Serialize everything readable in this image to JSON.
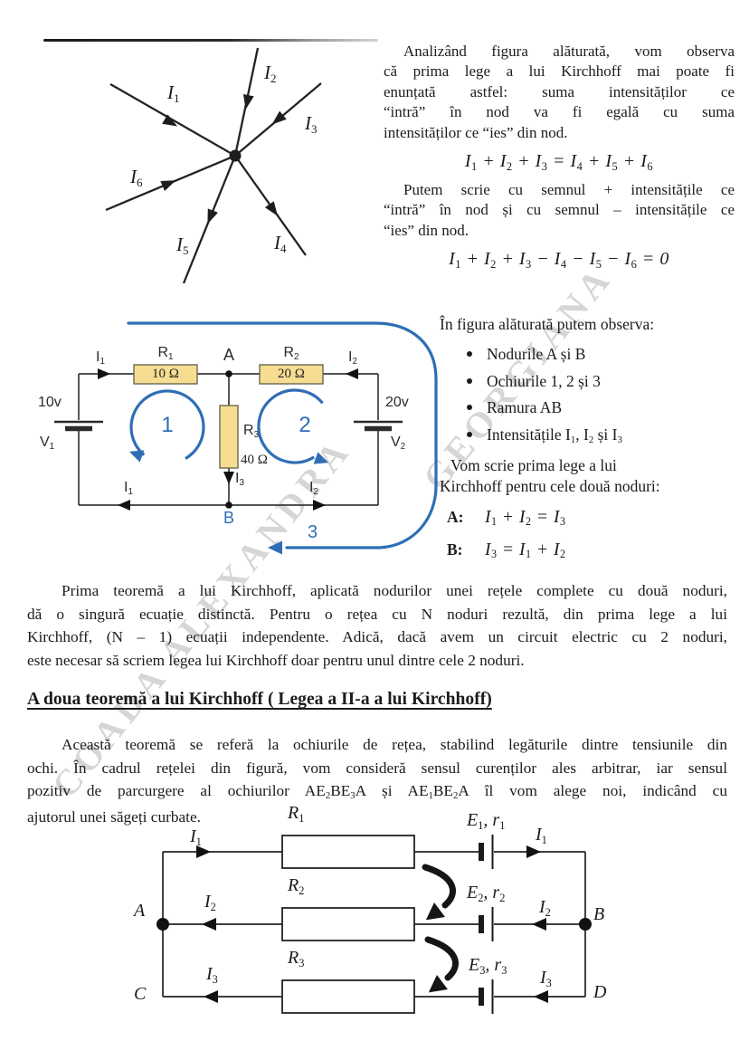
{
  "colors": {
    "accent_blue": "#2f6eb5",
    "resistor_fill": "#f6dd92",
    "watermark_gray": "#c9c9c9",
    "ink": "#1c1c1c"
  },
  "watermark": {
    "line1": "COADA ALEXANDRA",
    "line2": "GEORGIANA"
  },
  "labels_common": {
    "I1": [
      {
        "t": "I"
      },
      {
        "t": "1",
        "s": 1
      }
    ],
    "I2": [
      {
        "t": "I"
      },
      {
        "t": "2",
        "s": 1
      }
    ],
    "I3": [
      {
        "t": "I"
      },
      {
        "t": "3",
        "s": 1
      }
    ],
    "I4": [
      {
        "t": "I"
      },
      {
        "t": "4",
        "s": 1
      }
    ],
    "I5": [
      {
        "t": "I"
      },
      {
        "t": "5",
        "s": 1
      }
    ],
    "I6": [
      {
        "t": "I"
      },
      {
        "t": "6",
        "s": 1
      }
    ],
    "R1": [
      {
        "t": "R"
      },
      {
        "t": "1",
        "s": 1
      }
    ],
    "R2": [
      {
        "t": "R"
      },
      {
        "t": "2",
        "s": 1
      }
    ],
    "R3": [
      {
        "t": "R"
      },
      {
        "t": "3",
        "s": 1
      }
    ],
    "V1": [
      {
        "t": "V"
      },
      {
        "t": "1",
        "s": 1
      }
    ],
    "V2": [
      {
        "t": "V"
      },
      {
        "t": "2",
        "s": 1
      }
    ],
    "E1r1": [
      {
        "t": "E"
      },
      {
        "t": "1",
        "s": 1
      },
      {
        "t": ", r"
      },
      {
        "t": "1",
        "s": 1
      }
    ],
    "E2r2": [
      {
        "t": "E"
      },
      {
        "t": "2",
        "s": 1
      },
      {
        "t": ", r"
      },
      {
        "t": "2",
        "s": 1
      }
    ],
    "E3r3": [
      {
        "t": "E"
      },
      {
        "t": "3",
        "s": 1
      },
      {
        "t": ", r"
      },
      {
        "t": "3",
        "s": 1
      }
    ]
  },
  "intro_block": {
    "lines": [
      "Analizând figura alăturată, vom observa",
      "că prima lege a lui Kirchhoff mai poate fi",
      "enunțată astfel: suma intensităților ce",
      "“intră” în nod va fi egală cu suma",
      "intensităților ce “ies” din nod."
    ],
    "eq1": [
      {
        "t": "I"
      },
      {
        "t": "1",
        "s": 1
      },
      {
        "t": " + "
      },
      {
        "t": "I"
      },
      {
        "t": "2",
        "s": 1
      },
      {
        "t": " + "
      },
      {
        "t": "I"
      },
      {
        "t": "3",
        "s": 1
      },
      {
        "t": " = "
      },
      {
        "t": "I"
      },
      {
        "t": "4",
        "s": 1
      },
      {
        "t": " + "
      },
      {
        "t": "I"
      },
      {
        "t": "5",
        "s": 1
      },
      {
        "t": " + "
      },
      {
        "t": "I"
      },
      {
        "t": "6",
        "s": 1
      }
    ],
    "lines2": [
      "Putem scrie cu semnul + intensitățile ce",
      "“intră” în nod și cu semnul – intensitățile ce",
      "“ies” din nod."
    ],
    "eq2": [
      {
        "t": "I"
      },
      {
        "t": "1",
        "s": 1
      },
      {
        "t": " + "
      },
      {
        "t": "I"
      },
      {
        "t": "2",
        "s": 1
      },
      {
        "t": " + "
      },
      {
        "t": "I"
      },
      {
        "t": "3",
        "s": 1
      },
      {
        "t": " − "
      },
      {
        "t": "I"
      },
      {
        "t": "4",
        "s": 1
      },
      {
        "t": " − "
      },
      {
        "t": "I"
      },
      {
        "t": "5",
        "s": 1
      },
      {
        "t": " − "
      },
      {
        "t": "I"
      },
      {
        "t": "6",
        "s": 1
      },
      {
        "t": " = 0"
      }
    ]
  },
  "observe_block": {
    "intro": "În figura alăturată putem observa:",
    "bullets": [
      [
        {
          "t": "Nodurile A și B"
        }
      ],
      [
        {
          "t": "Ochiurile 1, 2 și 3"
        }
      ],
      [
        {
          "t": "Ramura AB"
        }
      ],
      [
        {
          "t": "Intensitățile I"
        },
        {
          "t": "1",
          "s": 1
        },
        {
          "t": ", I"
        },
        {
          "t": "2",
          "s": 1
        },
        {
          "t": " și I"
        },
        {
          "t": "3",
          "s": 1
        }
      ]
    ],
    "outro_line1": "Vom scrie prima lege a lui",
    "outro_line2": "Kirchhoff pentru cele două noduri:",
    "nodeA_label": "A:",
    "nodeA_eq": [
      {
        "t": "I"
      },
      {
        "t": "1",
        "s": 1
      },
      {
        "t": " + "
      },
      {
        "t": "I"
      },
      {
        "t": "2",
        "s": 1
      },
      {
        "t": " = "
      },
      {
        "t": "I"
      },
      {
        "t": "3",
        "s": 1
      }
    ],
    "nodeB_label": "B:",
    "nodeB_eq": [
      {
        "t": "I"
      },
      {
        "t": "3",
        "s": 1
      },
      {
        "t": " = "
      },
      {
        "t": "I"
      },
      {
        "t": "1",
        "s": 1
      },
      {
        "t": " + "
      },
      {
        "t": "I"
      },
      {
        "t": "2",
        "s": 1
      }
    ]
  },
  "figure2": {
    "node_a": "A",
    "node_b": "B",
    "loop1": "1",
    "loop2": "2",
    "loop3": "3",
    "volt_left": "10v",
    "volt_right": "20v",
    "r1_value": "10 Ω",
    "r2_value": "20 Ω",
    "r3_value": "40 Ω"
  },
  "figure3": {
    "node_a": "A",
    "node_b": "B",
    "node_c": "C",
    "node_d": "D"
  },
  "paragraph1": {
    "lines": [
      "Prima teoremă a lui Kirchhoff, aplicată nodurilor unei rețele complete cu două noduri,",
      "dă o singură ecuație distinctă. Pentru o rețea cu N noduri rezultă, din prima lege a lui",
      "Kirchhoff, (N – 1) ecuații independente. Adică, dacă avem un circuit electric cu 2 noduri,",
      "este necesar să scriem legea lui Kirchhoff doar pentru unul dintre cele 2 noduri."
    ]
  },
  "heading": {
    "text": "A doua teoremă a lui Kirchhoff ( Legea a II-a a lui Kirchhoff)"
  },
  "paragraph2": {
    "line1": "Această teoremă se referă la ochiurile de rețea, stabilind legăturile dintre tensiunile din",
    "line2": "ochi. În cadrul rețelei din figură, vom consideră sensul curenților ales arbitrar, iar sensul",
    "line3": [
      {
        "t": "pozitiv de parcurgere al ochiurilor AE"
      },
      {
        "t": "2",
        "s": 1
      },
      {
        "t": "BE"
      },
      {
        "t": "3",
        "s": 1
      },
      {
        "t": "A și AE"
      },
      {
        "t": "1",
        "s": 1
      },
      {
        "t": "BE"
      },
      {
        "t": "2",
        "s": 1
      },
      {
        "t": "A îl vom alege noi, indicând cu"
      }
    ],
    "line4": "ajutorul unei săgeți curbate."
  }
}
